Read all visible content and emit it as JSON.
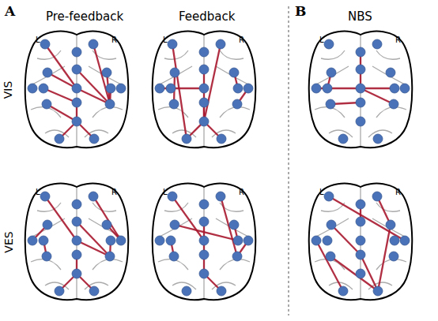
{
  "diagram": {
    "labels": [
      "A",
      "Pre-feedback",
      "Feedback",
      "B",
      "NBS",
      "L",
      "R",
      "L",
      "R",
      "L",
      "R",
      "VIS",
      "L",
      "R",
      "L",
      "R",
      "L",
      "R",
      "VES"
    ]
  }
}
